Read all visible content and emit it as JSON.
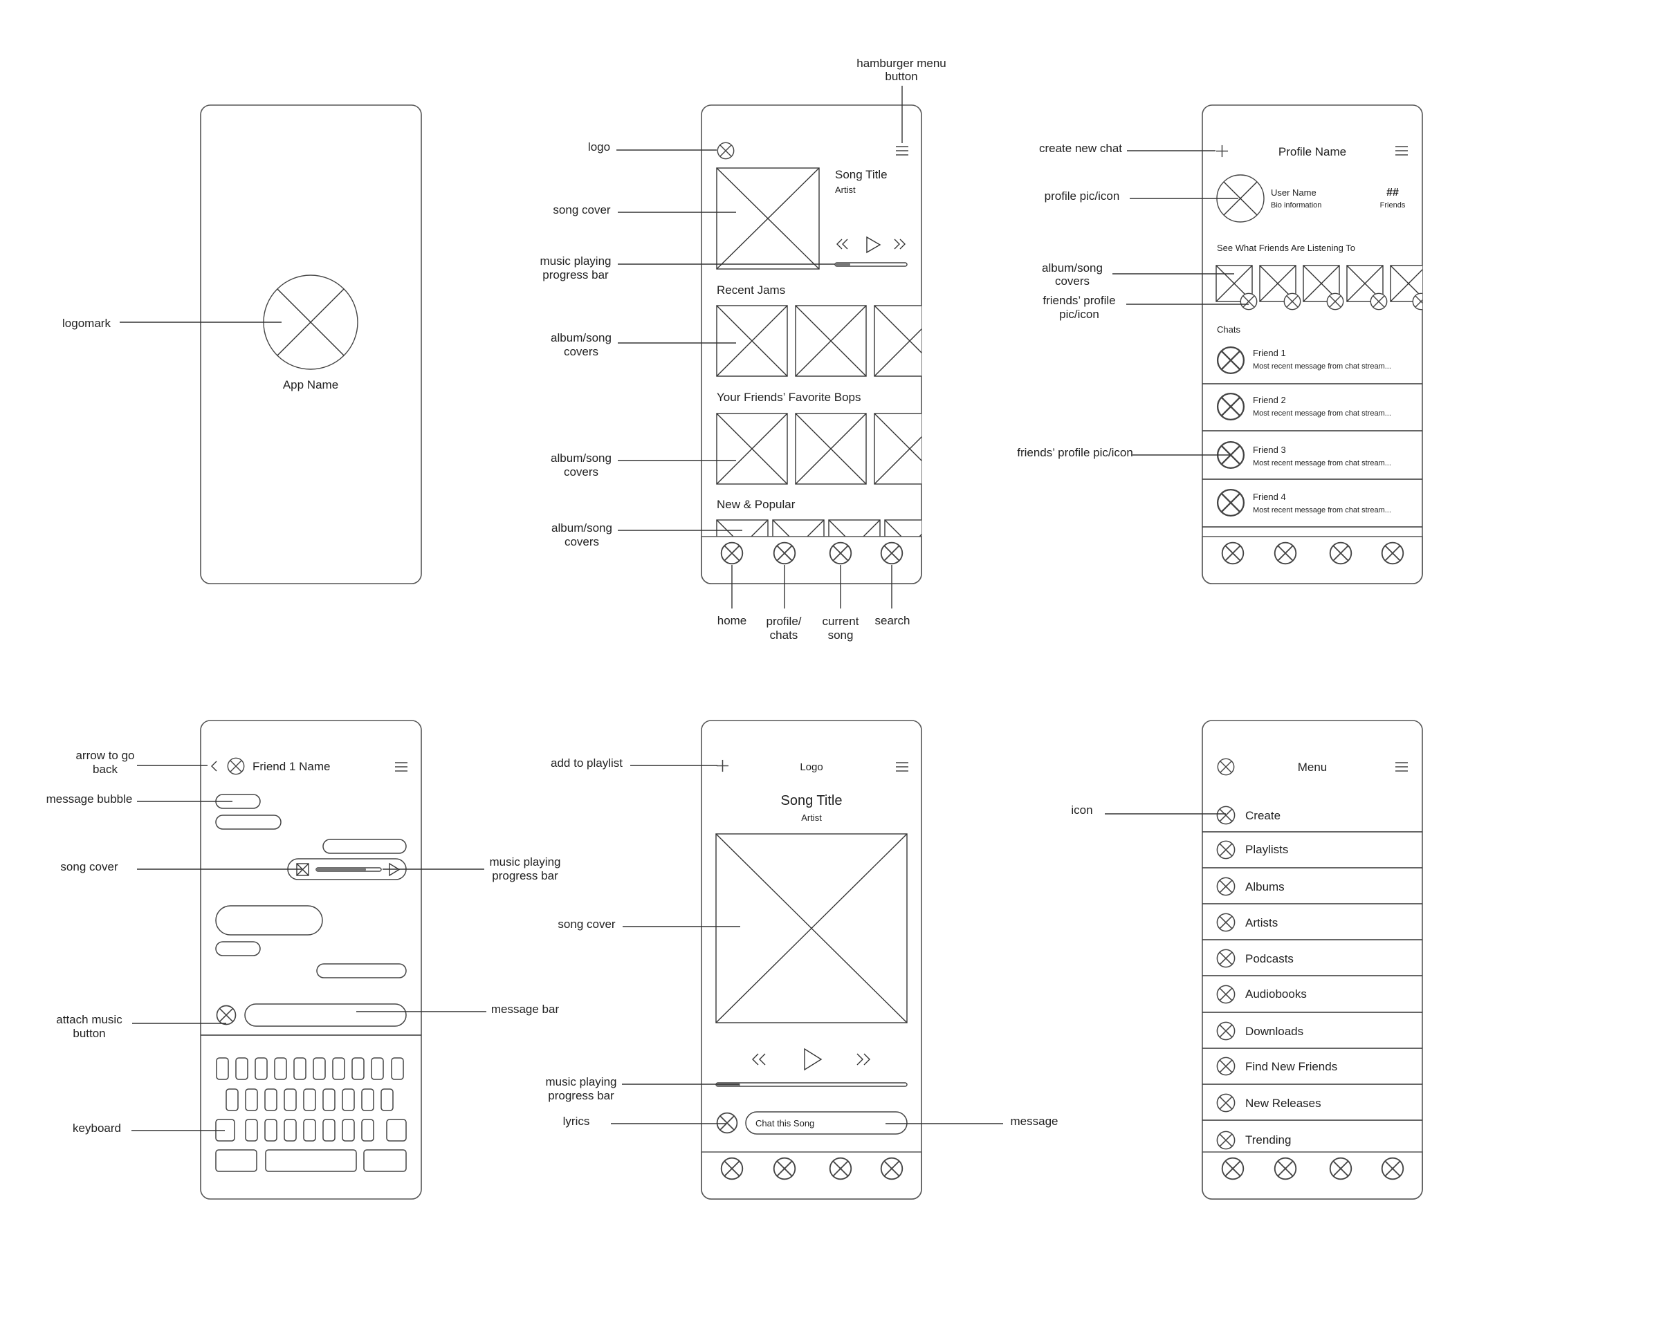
{
  "screen_splash": {
    "app_name": "App Name"
  },
  "screen_home": {
    "song_title": "Song Title",
    "artist": "Artist",
    "section_recent": "Recent Jams",
    "section_friends": "Your Friends’ Favorite Bops",
    "section_new": "New & Popular"
  },
  "screen_profile": {
    "title": "Profile Name",
    "user_name": "User Name",
    "bio": "Bio information",
    "friend_count": "##",
    "friends_label": "Friends",
    "listening_heading": "See What Friends Are Listening To",
    "chats_heading": "Chats",
    "chats": [
      {
        "name": "Friend 1",
        "preview": "Most recent message from chat stream..."
      },
      {
        "name": "Friend 2",
        "preview": "Most recent message from chat stream..."
      },
      {
        "name": "Friend 3",
        "preview": "Most recent message from chat stream..."
      },
      {
        "name": "Friend 4",
        "preview": "Most recent message from chat stream..."
      }
    ]
  },
  "screen_chat": {
    "friend_name": "Friend 1 Name"
  },
  "screen_player": {
    "logo_text": "Logo",
    "song_title": "Song Title",
    "artist": "Artist",
    "chat_placeholder": "Chat this Song"
  },
  "screen_menu": {
    "title": "Menu",
    "items": [
      "Create",
      "Playlists",
      "Albums",
      "Artists",
      "Podcasts",
      "Audiobooks",
      "Downloads",
      "Find New Friends",
      "New Releases",
      "Trending"
    ]
  },
  "annotations": {
    "logomark": "logomark",
    "hamburger_1": "hamburger menu",
    "hamburger_2": "button",
    "logo": "logo",
    "song_cover": "song cover",
    "progress_1": "music playing",
    "progress_2": "progress bar",
    "album_covers_1": "album/song",
    "album_covers_2": "covers",
    "nav_home": "home",
    "nav_profile_1": "profile/",
    "nav_profile_2": "chats",
    "nav_current_1": "current",
    "nav_current_2": "song",
    "nav_search": "search",
    "create_new_chat": "create new chat",
    "profile_pic": "profile pic/icon",
    "friends_pic_1": "friends’ profile",
    "friends_pic_2": "pic/icon",
    "friends_pic_single": "friends’ profile pic/icon",
    "arrow_back_1": "arrow to go",
    "arrow_back_2": "back",
    "message_bubble": "message bubble",
    "attach_1": "attach music",
    "attach_2": "button",
    "message_bar": "message bar",
    "keyboard": "keyboard",
    "add_to_playlist": "add to playlist",
    "lyrics": "lyrics",
    "message": "message",
    "icon": "icon"
  }
}
